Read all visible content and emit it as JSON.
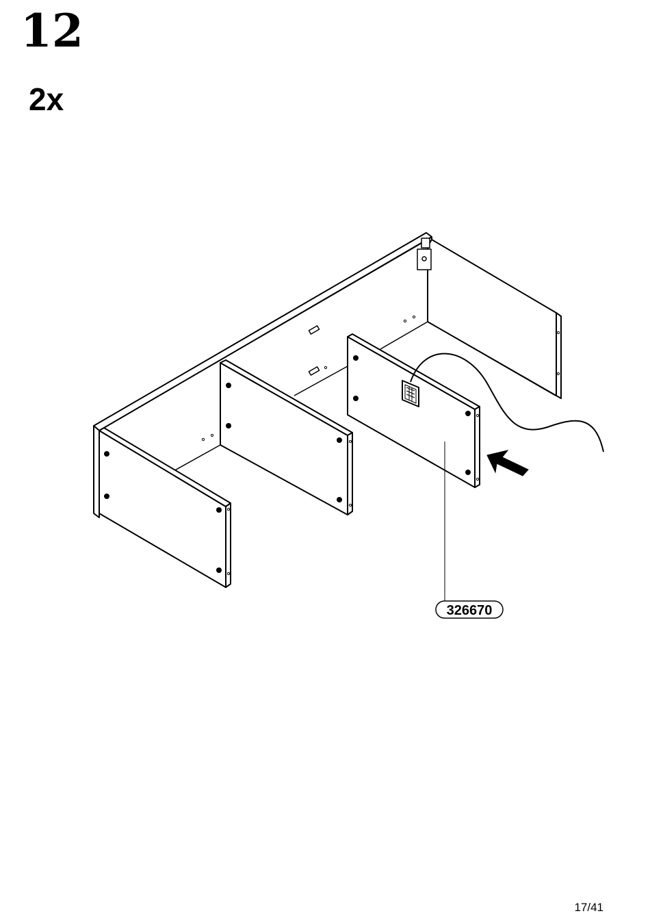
{
  "step": {
    "number": "12",
    "quantity": "2x"
  },
  "part": {
    "label": "326670",
    "component": "led-light-with-cable"
  },
  "page": {
    "number": "17/41"
  },
  "icons": {
    "insert_arrow": "arrow-icon"
  }
}
